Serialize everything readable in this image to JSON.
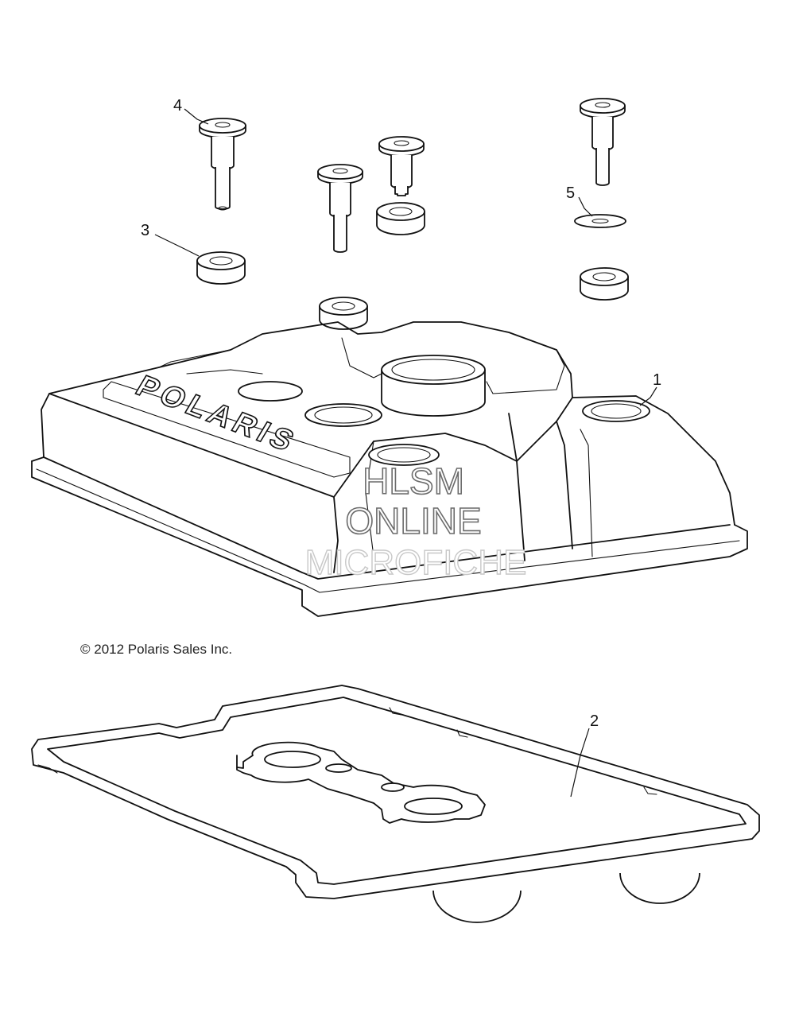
{
  "diagram": {
    "callouts": [
      {
        "id": "1",
        "label": "1"
      },
      {
        "id": "2",
        "label": "2"
      },
      {
        "id": "3",
        "label": "3"
      },
      {
        "id": "4",
        "label": "4"
      },
      {
        "id": "5",
        "label": "5"
      }
    ],
    "copyright": "© 2012 Polaris Sales Inc.",
    "watermark": {
      "line1": "HLSM",
      "line2": "ONLINE",
      "line3": "MICROFICHE"
    },
    "logo_text": "POLARIS"
  }
}
